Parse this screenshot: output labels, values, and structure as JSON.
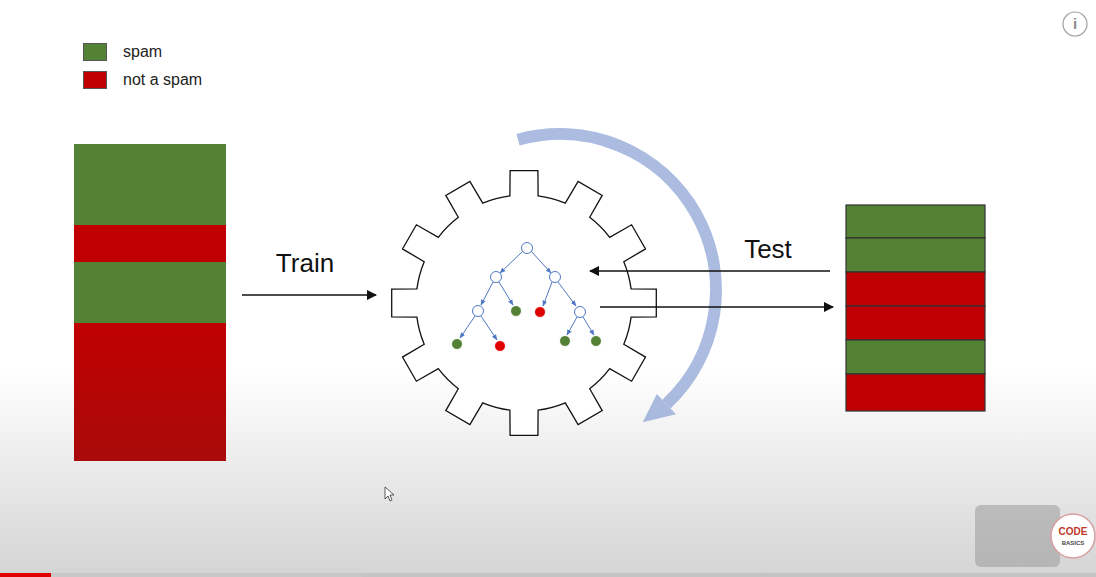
{
  "diagram": {
    "labels": [
      "Train",
      "Test",
      "i",
      "CODE",
      "BASICS"
    ],
    "legend": [
      {
        "text": "spam",
        "color": "#548235"
      },
      {
        "text": "not a spam",
        "color": "#c00000"
      }
    ]
  }
}
